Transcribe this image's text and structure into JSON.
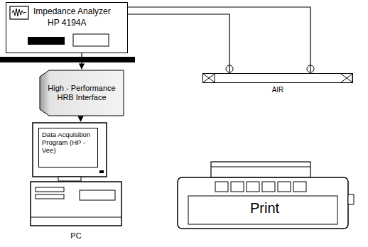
{
  "diagram": {
    "nodes": [
      {
        "text": [
          "Impedance Analyzer",
          "HP 4194A"
        ]
      },
      {
        "text": [
          "High - Performance",
          "HRB Interface"
        ]
      },
      {
        "text": [
          "PC"
        ]
      },
      {
        "text": [
          "Data Acquisition Program (HP - Vee)"
        ],
        "in": 2
      },
      {
        "text": [
          "Print"
        ]
      },
      {
        "text": [
          "AIR"
        ]
      }
    ],
    "edges": [
      {
        "from": 0,
        "to": 5,
        "arrow": "none"
      },
      {
        "from": 0,
        "to": 5,
        "arrow": "none"
      },
      {
        "from": 0,
        "to": 1,
        "arrow": "to"
      },
      {
        "from": 1,
        "to": 2,
        "arrow": "to"
      }
    ]
  }
}
